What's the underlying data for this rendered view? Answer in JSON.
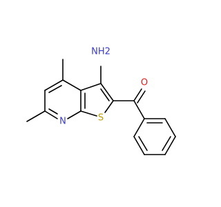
{
  "molecule": {
    "atoms": {
      "amino": "NH2",
      "pyridine_nitrogen": "N",
      "thiophene_sulfur": "S",
      "carbonyl_oxygen": "O"
    },
    "colors": {
      "bond": "#000000",
      "nitrogen": "#3a3ad6",
      "sulfur": "#b8a000",
      "oxygen": "#e02020"
    }
  }
}
